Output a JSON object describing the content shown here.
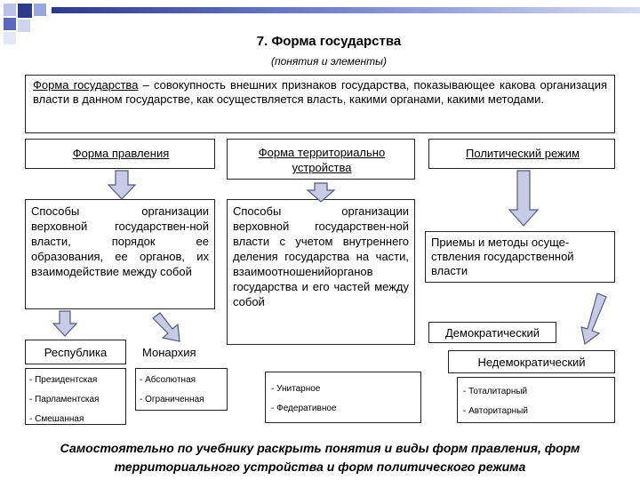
{
  "title": "7. Форма государства",
  "subtitle": "(понятия и элементы)",
  "definition": {
    "term": "Форма государства",
    "rest": " – совокупность внешних признаков государства, показывающее какова организация власти в данном государстве, как осуществляется власть, какими органами, какими методами."
  },
  "columns": {
    "government": {
      "header": "Форма правления",
      "description": "Способы организации верховной государствен-ной власти, порядок ее образования, ее органов, их взаимодействие между собой",
      "republic": {
        "label": "Республика",
        "types": [
          "- Президентская",
          "- Парламентская",
          "- Смешанная"
        ]
      },
      "monarchy": {
        "label": "Монархия",
        "types": [
          "- Абсолютная",
          "- Ограниченная"
        ]
      }
    },
    "territorial": {
      "header": "Форма территориально устройства",
      "description": "Способы организации верховной государствен-ной власти с учетом внутреннего деления государства на части, взаимоотношенийорганов государства и его частей между собой",
      "types": [
        "- Унитарное",
        "- Федеративное"
      ]
    },
    "regime": {
      "header": "Политический режим",
      "description": "Приемы и методы осуще-ствления государственной власти",
      "democratic": "Демократический",
      "nondemocratic": "Недемократический",
      "types": [
        "- Тоталитарный",
        "- Авторитарный"
      ]
    }
  },
  "footer": "Самостоятельно по учебнику раскрыть понятия и виды форм правления, форм территориального устройства и форм политического режима",
  "colors": {
    "arrow_fill": "#c7cbe6",
    "arrow_stroke": "#555a7a",
    "accent_dark": "#2e3a8a"
  }
}
